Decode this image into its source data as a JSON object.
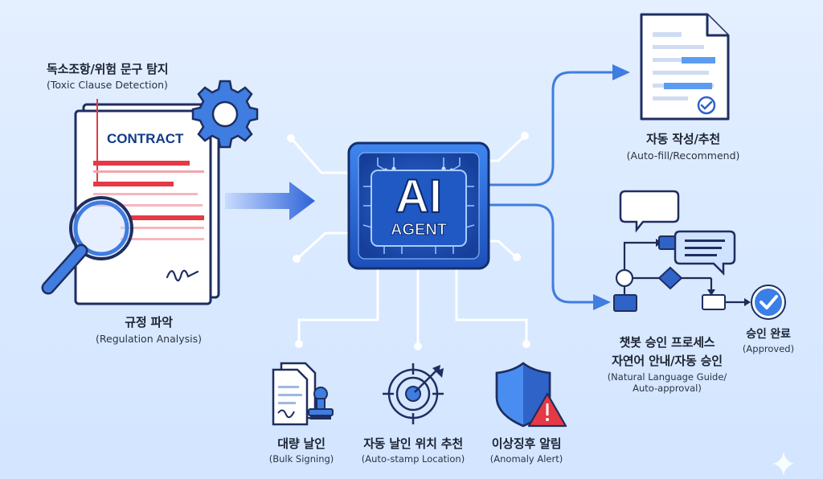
{
  "colors": {
    "background": "#dceaff",
    "accent_blue": "#2f63c7",
    "light_blue": "#4a8df0",
    "highlight_red": "#e53945",
    "dark_navy": "#0b1a55",
    "white": "#ffffff"
  },
  "top_left": {
    "title": "독소조항/위험 문구 탐지",
    "subtitle": "(Toxic Clause Detection)"
  },
  "contract": {
    "heading": "CONTRACT",
    "icons": [
      "magnifier-icon",
      "gear-icon",
      "signature-icon"
    ]
  },
  "bottom_left": {
    "title": "규정 파악",
    "subtitle": "(Regulation Analysis)"
  },
  "ai_chip": {
    "line1": "AI",
    "line2": "AGENT"
  },
  "right_top": {
    "title": "자동 작성/추천",
    "subtitle": "(Auto-fill/Recommend)"
  },
  "right_flow": {
    "title_line1": "챗봇 승인 프로세스",
    "title_line2": "자연어 안내/자동 승인",
    "subtitle_line1": "(Natural Language Guide/",
    "subtitle_line2": "Auto-approval)"
  },
  "approved": {
    "title": "승인 완료",
    "subtitle": "(Approved)"
  },
  "bottom_items": [
    {
      "title": "대량 날인",
      "subtitle": "(Bulk Signing)",
      "icon": "stamp-documents-icon"
    },
    {
      "title": "자동 날인 위치 추천",
      "subtitle": "(Auto-stamp Location)",
      "icon": "target-icon"
    },
    {
      "title": "이상징후 알림",
      "subtitle": "(Anomaly Alert)",
      "icon": "shield-alert-icon"
    }
  ]
}
